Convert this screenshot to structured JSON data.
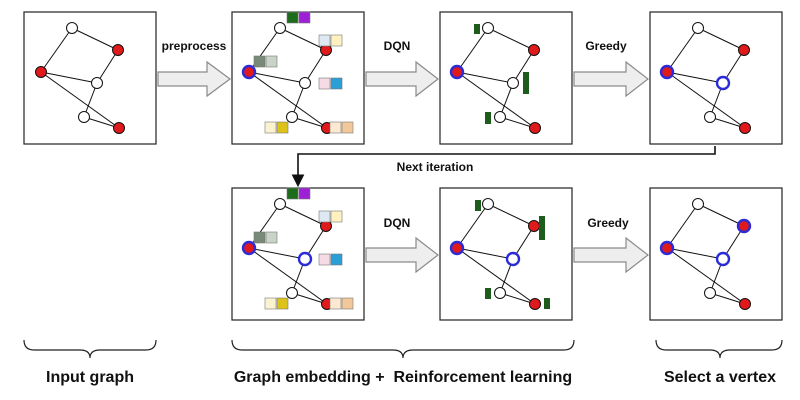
{
  "arrow_labels": {
    "preprocess": "preprocess",
    "dqn_top": "DQN",
    "greedy_top": "Greedy",
    "next_iteration": "Next iteration",
    "dqn_bottom": "DQN",
    "greedy_bottom": "Greedy"
  },
  "captions": {
    "input": "Input graph",
    "embedding": "Graph embedding +  Reinforcement learning",
    "select": "Select a vertex"
  },
  "colors": {
    "vertex_red": "#e0191b",
    "selected_ring": "#2b2bd9",
    "q_bar": "#1d5c1d",
    "embedding_green": "#1e6b1e",
    "embedding_purple": "#9e20d6",
    "embedding_gray": "#7a8a78",
    "embedding_blue": "#2a9fd6",
    "embedding_yellow": "#ddc21a",
    "embedding_orange": "#f2c89a"
  }
}
